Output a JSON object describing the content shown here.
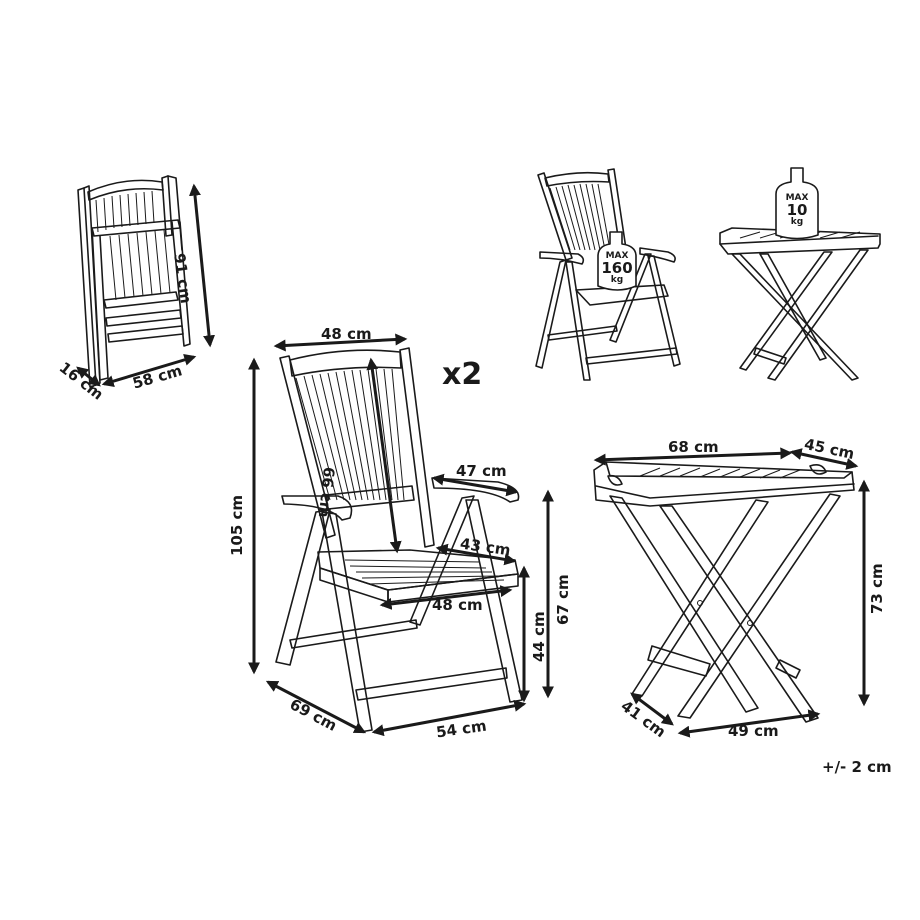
{
  "folded_chair": {
    "height": "91 cm",
    "width": "58 cm",
    "depth": "16 cm"
  },
  "chair": {
    "quantity": "x2",
    "backrest_width": "48 cm",
    "backrest_height": "66 cm",
    "total_height": "105 cm",
    "armrest_length": "47 cm",
    "seat_depth": "43 cm",
    "seat_width": "48 cm",
    "armrest_height": "67 cm",
    "seat_height": "44 cm",
    "depth": "69 cm",
    "width": "54 cm",
    "max_load": {
      "label": "MAX",
      "value": "160",
      "unit": "kg"
    }
  },
  "table": {
    "tray_width": "68 cm",
    "tray_depth": "45 cm",
    "height": "73 cm",
    "base_depth": "41 cm",
    "base_width": "49 cm",
    "max_load": {
      "label": "MAX",
      "value": "10",
      "unit": "kg"
    }
  },
  "tolerance": "+/- 2 cm",
  "colors": {
    "line": "#1a1a1a",
    "background": "#ffffff"
  }
}
